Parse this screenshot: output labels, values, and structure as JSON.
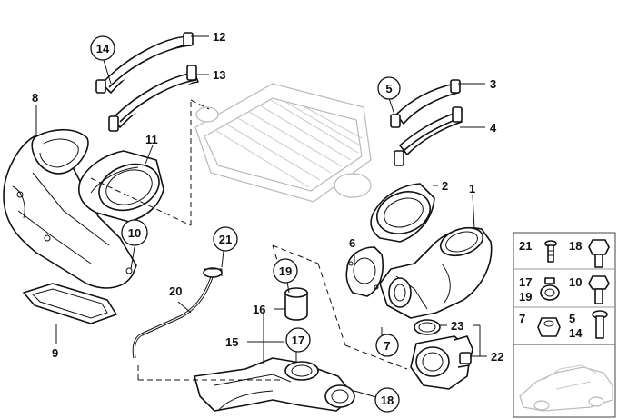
{
  "callouts": [
    {
      "id": "c1",
      "text": "1"
    },
    {
      "id": "c2",
      "text": "2"
    },
    {
      "id": "c3",
      "text": "3"
    },
    {
      "id": "c4",
      "text": "4"
    },
    {
      "id": "c5",
      "text": "5"
    },
    {
      "id": "c6",
      "text": "6"
    },
    {
      "id": "c7",
      "text": "7"
    },
    {
      "id": "c8",
      "text": "8"
    },
    {
      "id": "c9",
      "text": "9"
    },
    {
      "id": "c10",
      "text": "10"
    },
    {
      "id": "c11",
      "text": "11"
    },
    {
      "id": "c12",
      "text": "12"
    },
    {
      "id": "c13",
      "text": "13"
    },
    {
      "id": "c14",
      "text": "14"
    },
    {
      "id": "c15",
      "text": "15"
    },
    {
      "id": "c16",
      "text": "16"
    },
    {
      "id": "c17",
      "text": "17"
    },
    {
      "id": "c18",
      "text": "18"
    },
    {
      "id": "c19",
      "text": "19"
    },
    {
      "id": "c20",
      "text": "20"
    },
    {
      "id": "c21",
      "text": "21"
    },
    {
      "id": "c22",
      "text": "22"
    },
    {
      "id": "c23",
      "text": "23"
    }
  ],
  "legend": [
    {
      "id": "l21",
      "text": "21"
    },
    {
      "id": "l18",
      "text": "18"
    },
    {
      "id": "l17",
      "text": "17"
    },
    {
      "id": "l19",
      "text": "19"
    },
    {
      "id": "l10",
      "text": "10"
    },
    {
      "id": "l7",
      "text": "7"
    },
    {
      "id": "l5",
      "text": "5"
    },
    {
      "id": "l14",
      "text": "14"
    }
  ]
}
